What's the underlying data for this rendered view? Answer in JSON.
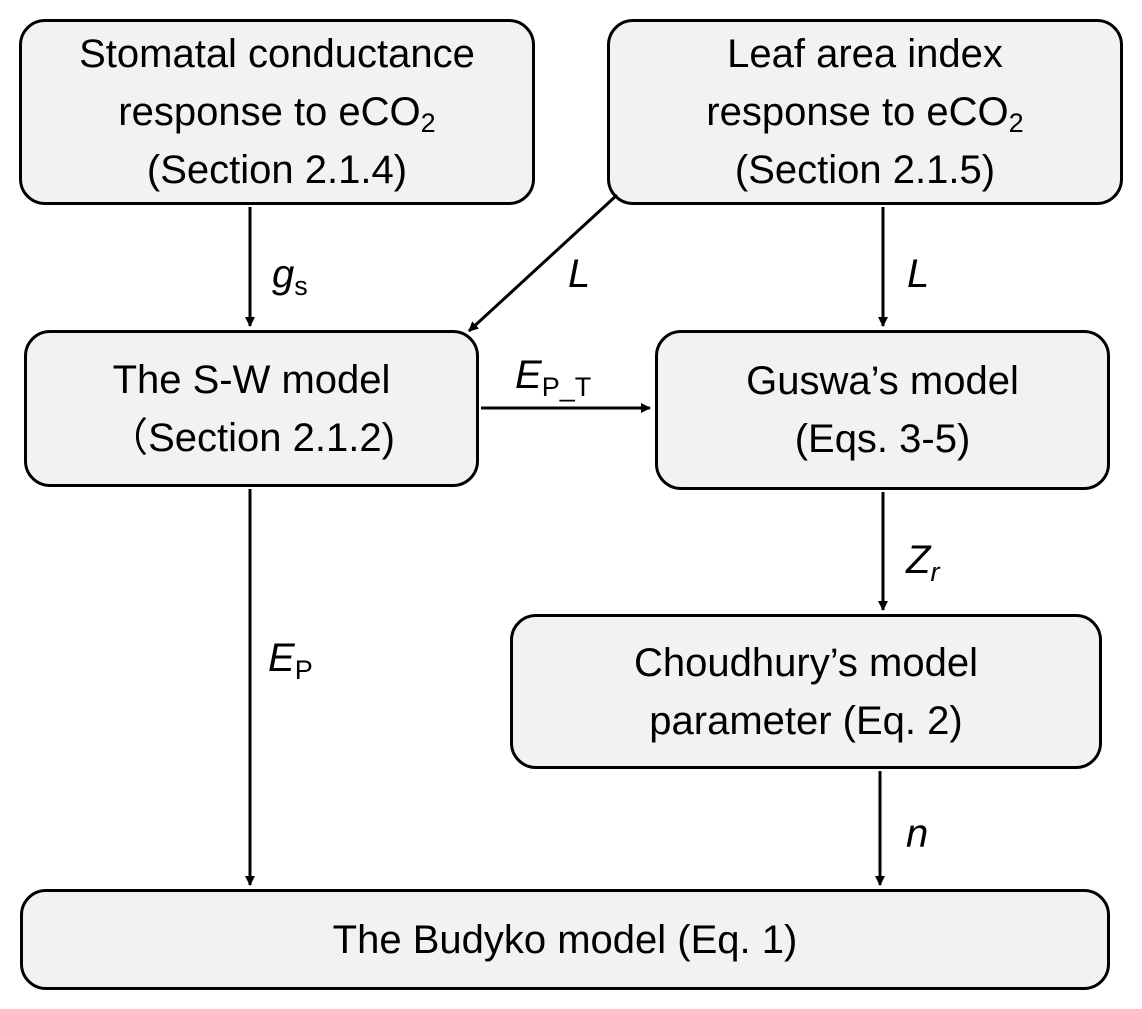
{
  "boxes": {
    "stomatal": {
      "line1": "Stomatal conductance",
      "line2_main": "response to eCO",
      "line2_sub": "2",
      "line3": "(Section 2.1.4)"
    },
    "leaf_area": {
      "line1": "Leaf area index",
      "line2_main": "response to eCO",
      "line2_sub": "2",
      "line3": "(Section 2.1.5)"
    },
    "sw_model": {
      "line1": "The S-W model",
      "line2": "（Section 2.1.2)"
    },
    "guswa": {
      "line1": "Guswa’s model",
      "line2": "(Eqs. 3-5)"
    },
    "choudhury": {
      "line1": "Choudhury’s model",
      "line2": "parameter (Eq. 2)"
    },
    "budyko": {
      "line1": "The Budyko model (Eq. 1)"
    }
  },
  "edge_labels": {
    "gs": {
      "symbol": "g",
      "sub": "s"
    },
    "L_diag": {
      "symbol": "L"
    },
    "L_right": {
      "symbol": "L"
    },
    "ep_t": {
      "symbol": "E",
      "sub": "P_T"
    },
    "zr": {
      "symbol": "Z",
      "sub": "r"
    },
    "ep": {
      "symbol": "E",
      "sub": "P"
    },
    "n": {
      "symbol": "n"
    }
  }
}
